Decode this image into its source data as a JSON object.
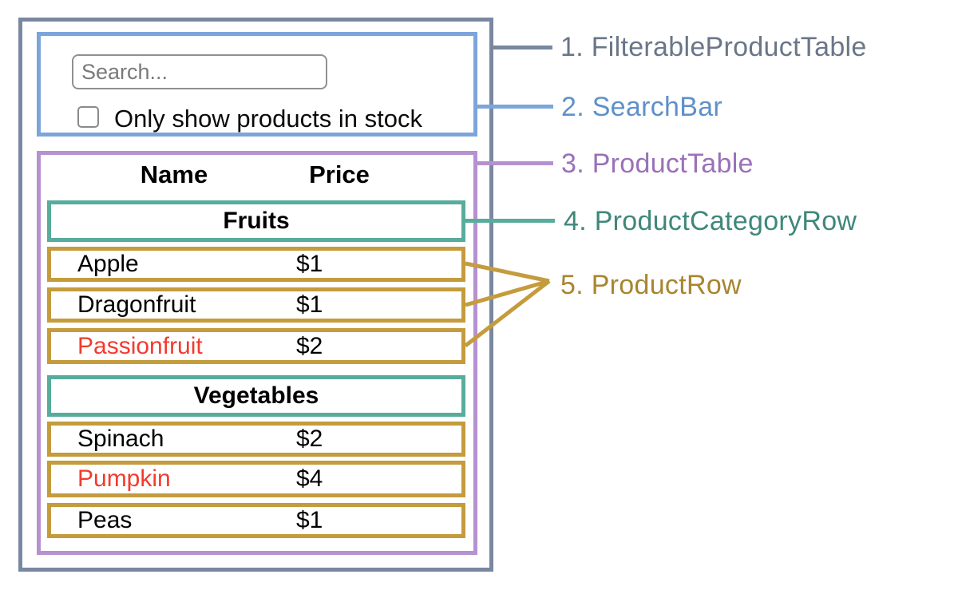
{
  "search_bar": {
    "placeholder": "Search...",
    "checkbox_label": "Only show products in stock",
    "checkbox_checked": false
  },
  "product_table": {
    "headers": {
      "name": "Name",
      "price": "Price"
    },
    "groups": [
      {
        "category": "Fruits",
        "rows": [
          {
            "name": "Apple",
            "price": "$1",
            "name_red": false
          },
          {
            "name": "Dragonfruit",
            "price": "$1",
            "name_red": false
          },
          {
            "name": "Passionfruit",
            "price": "$2",
            "name_red": true
          }
        ]
      },
      {
        "category": "Vegetables",
        "rows": [
          {
            "name": "Spinach",
            "price": "$2",
            "name_red": false
          },
          {
            "name": "Pumpkin",
            "price": "$4",
            "name_red": true
          },
          {
            "name": "Peas",
            "price": "$1",
            "name_red": false
          }
        ]
      }
    ]
  },
  "legend": {
    "items": [
      {
        "label": "1. FilterableProductTable",
        "color": "#6A7689"
      },
      {
        "label": "2. SearchBar",
        "color": "#5F90C9"
      },
      {
        "label": "3. ProductTable",
        "color": "#9A71B8"
      },
      {
        "label": "4. ProductCategoryRow",
        "color": "#3F877A"
      },
      {
        "label": "5. ProductRow",
        "color": "#A8862F"
      }
    ]
  },
  "colors": {
    "outer_border": "#7A87A1",
    "searchbar_border": "#7CA5DA",
    "table_border": "#B591D0",
    "category_border": "#58AC9B",
    "row_border": "#C49C3D",
    "red_text": "#F23B2E"
  }
}
